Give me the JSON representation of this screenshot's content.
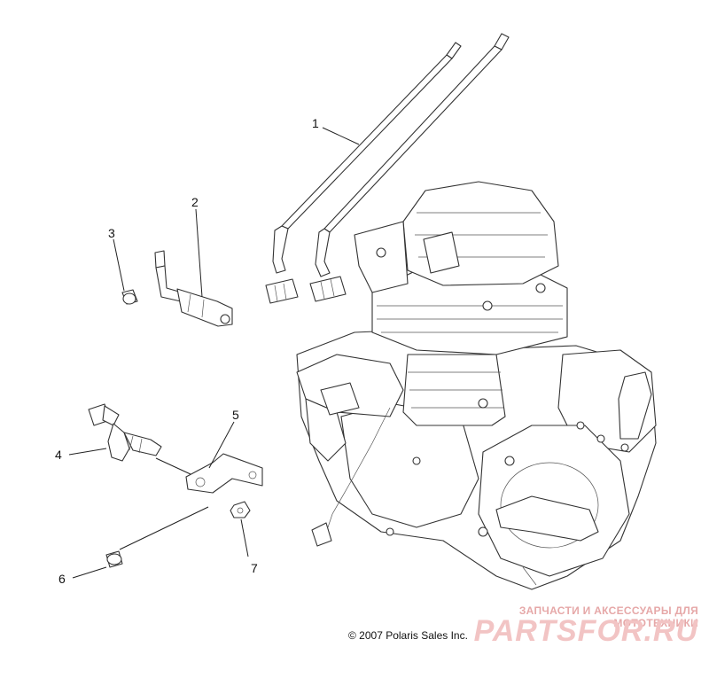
{
  "callouts": {
    "c1": "1",
    "c2": "2",
    "c3": "3",
    "c4": "4",
    "c5": "5",
    "c6": "6",
    "c7": "7"
  },
  "footer": {
    "copyright": "© 2007 Polaris Sales Inc."
  },
  "watermark": {
    "tagline": "ЗАПЧАСТИ И АКСЕССУАРЫ ДЛЯ МОТОТЕХНИКИ",
    "logo": "PARTSFOR.RU"
  },
  "colors": {
    "line": "#333333",
    "watermark": "#e6a8a8"
  }
}
